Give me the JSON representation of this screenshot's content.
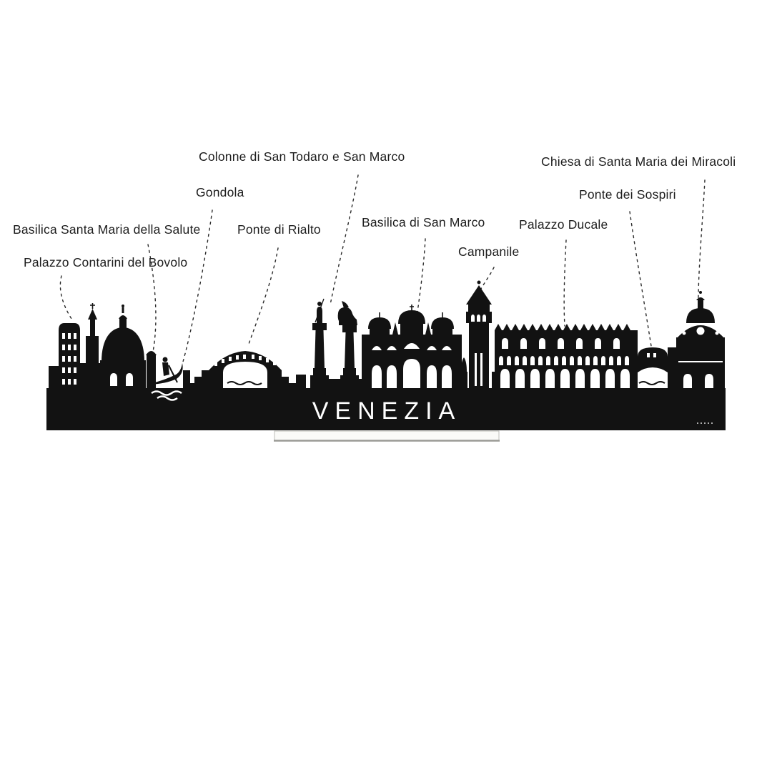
{
  "skyline": {
    "city_title": "VENEZIA",
    "silhouette_color": "#121212",
    "background_color": "#ffffff",
    "title_color": "#ffffff",
    "label_color": "#1d1d1d"
  },
  "labels": [
    {
      "id": "colonne",
      "text": "Colonne di San Todaro e San Marco"
    },
    {
      "id": "gondola",
      "text": "Gondola"
    },
    {
      "id": "salute",
      "text": "Basilica Santa Maria della Salute"
    },
    {
      "id": "rialto",
      "text": "Ponte di Rialto"
    },
    {
      "id": "san-marco",
      "text": "Basilica di San Marco"
    },
    {
      "id": "bovolo",
      "text": "Palazzo Contarini del Bovolo"
    },
    {
      "id": "campanile",
      "text": "Campanile"
    },
    {
      "id": "ducale",
      "text": "Palazzo Ducale"
    },
    {
      "id": "miracoli",
      "text": "Chiesa di Santa Maria dei Miracoli"
    },
    {
      "id": "sospiri",
      "text": "Ponte dei Sospiri"
    }
  ]
}
